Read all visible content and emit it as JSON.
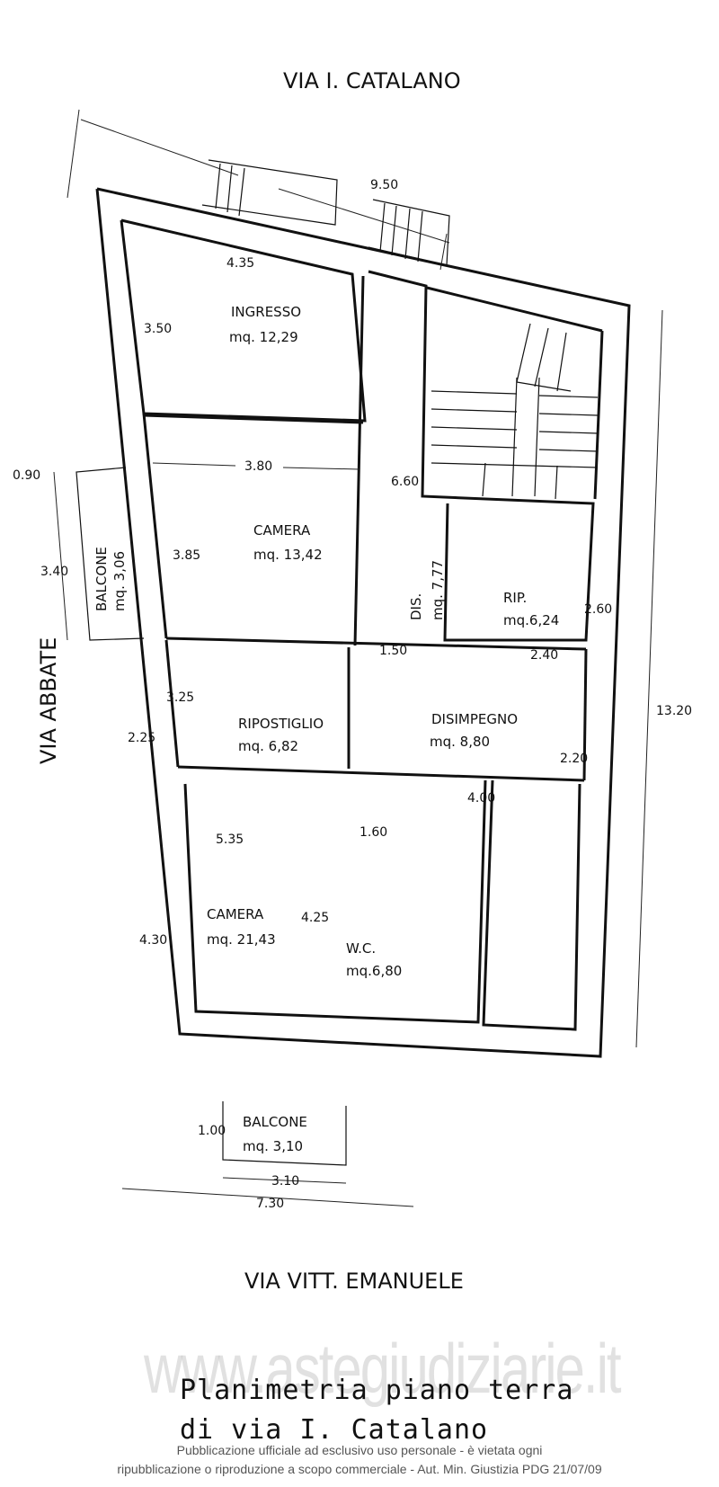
{
  "streets": {
    "north": "VIA I. CATALANO",
    "south": "VIA VITT. EMANUELE",
    "west": "VIA ABBATE"
  },
  "rooms": [
    {
      "name": "INGRESSO",
      "area": "mq. 12,29"
    },
    {
      "name": "CAMERA",
      "area": "mq. 13,42"
    },
    {
      "name": "BALCONE",
      "area": "mq. 3,06"
    },
    {
      "name": "DIS.",
      "area": "mq. 7,77"
    },
    {
      "name": "RIP.",
      "area": "mq.6,24"
    },
    {
      "name": "RIPOSTIGLIO",
      "area": "mq. 6,82"
    },
    {
      "name": "DISIMPEGNO",
      "area": "mq. 8,80"
    },
    {
      "name": "CAMERA",
      "area": "mq. 21,43"
    },
    {
      "name": "W.C.",
      "area": "mq.6,80"
    },
    {
      "name": "BALCONE",
      "area": "mq. 3,10"
    }
  ],
  "dimensions": {
    "top_overall": "9.50",
    "ingresso_width": "4.35",
    "ingresso_depth": "3.50",
    "camera1_width": "3.80",
    "camera1_depth": "3.85",
    "corridor_length": "6.60",
    "balcony_west_depth": "0.90",
    "balcony_west_length": "3.40",
    "dis_width": "1.50",
    "rip_width": "2.40",
    "rip_depth": "2.60",
    "ripostiglio_width": "3.25",
    "ripostiglio_depth": "2.25",
    "disimpegno_width": "4.00",
    "disimpegno_depth": "2.20",
    "camera2_width": "5.35",
    "camera2_depth_left": "4.30",
    "camera2_depth_right": "4.25",
    "wc_width": "1.60",
    "right_overall": "13.20",
    "balcony_south_depth": "1.00",
    "balcony_south_length": "3.10",
    "bottom_overall": "7.30"
  },
  "title": {
    "line1": "Planimetria piano terra",
    "line2": "di via I. Catalano"
  },
  "watermark": "www.astegiudiziarie.it",
  "notice": {
    "line1": "Pubblicazione ufficiale ad esclusivo uso personale - è vietata ogni",
    "line2": "ripubblicazione o riproduzione a scopo commerciale - Aut. Min. Giustizia PDG 21/07/09"
  }
}
